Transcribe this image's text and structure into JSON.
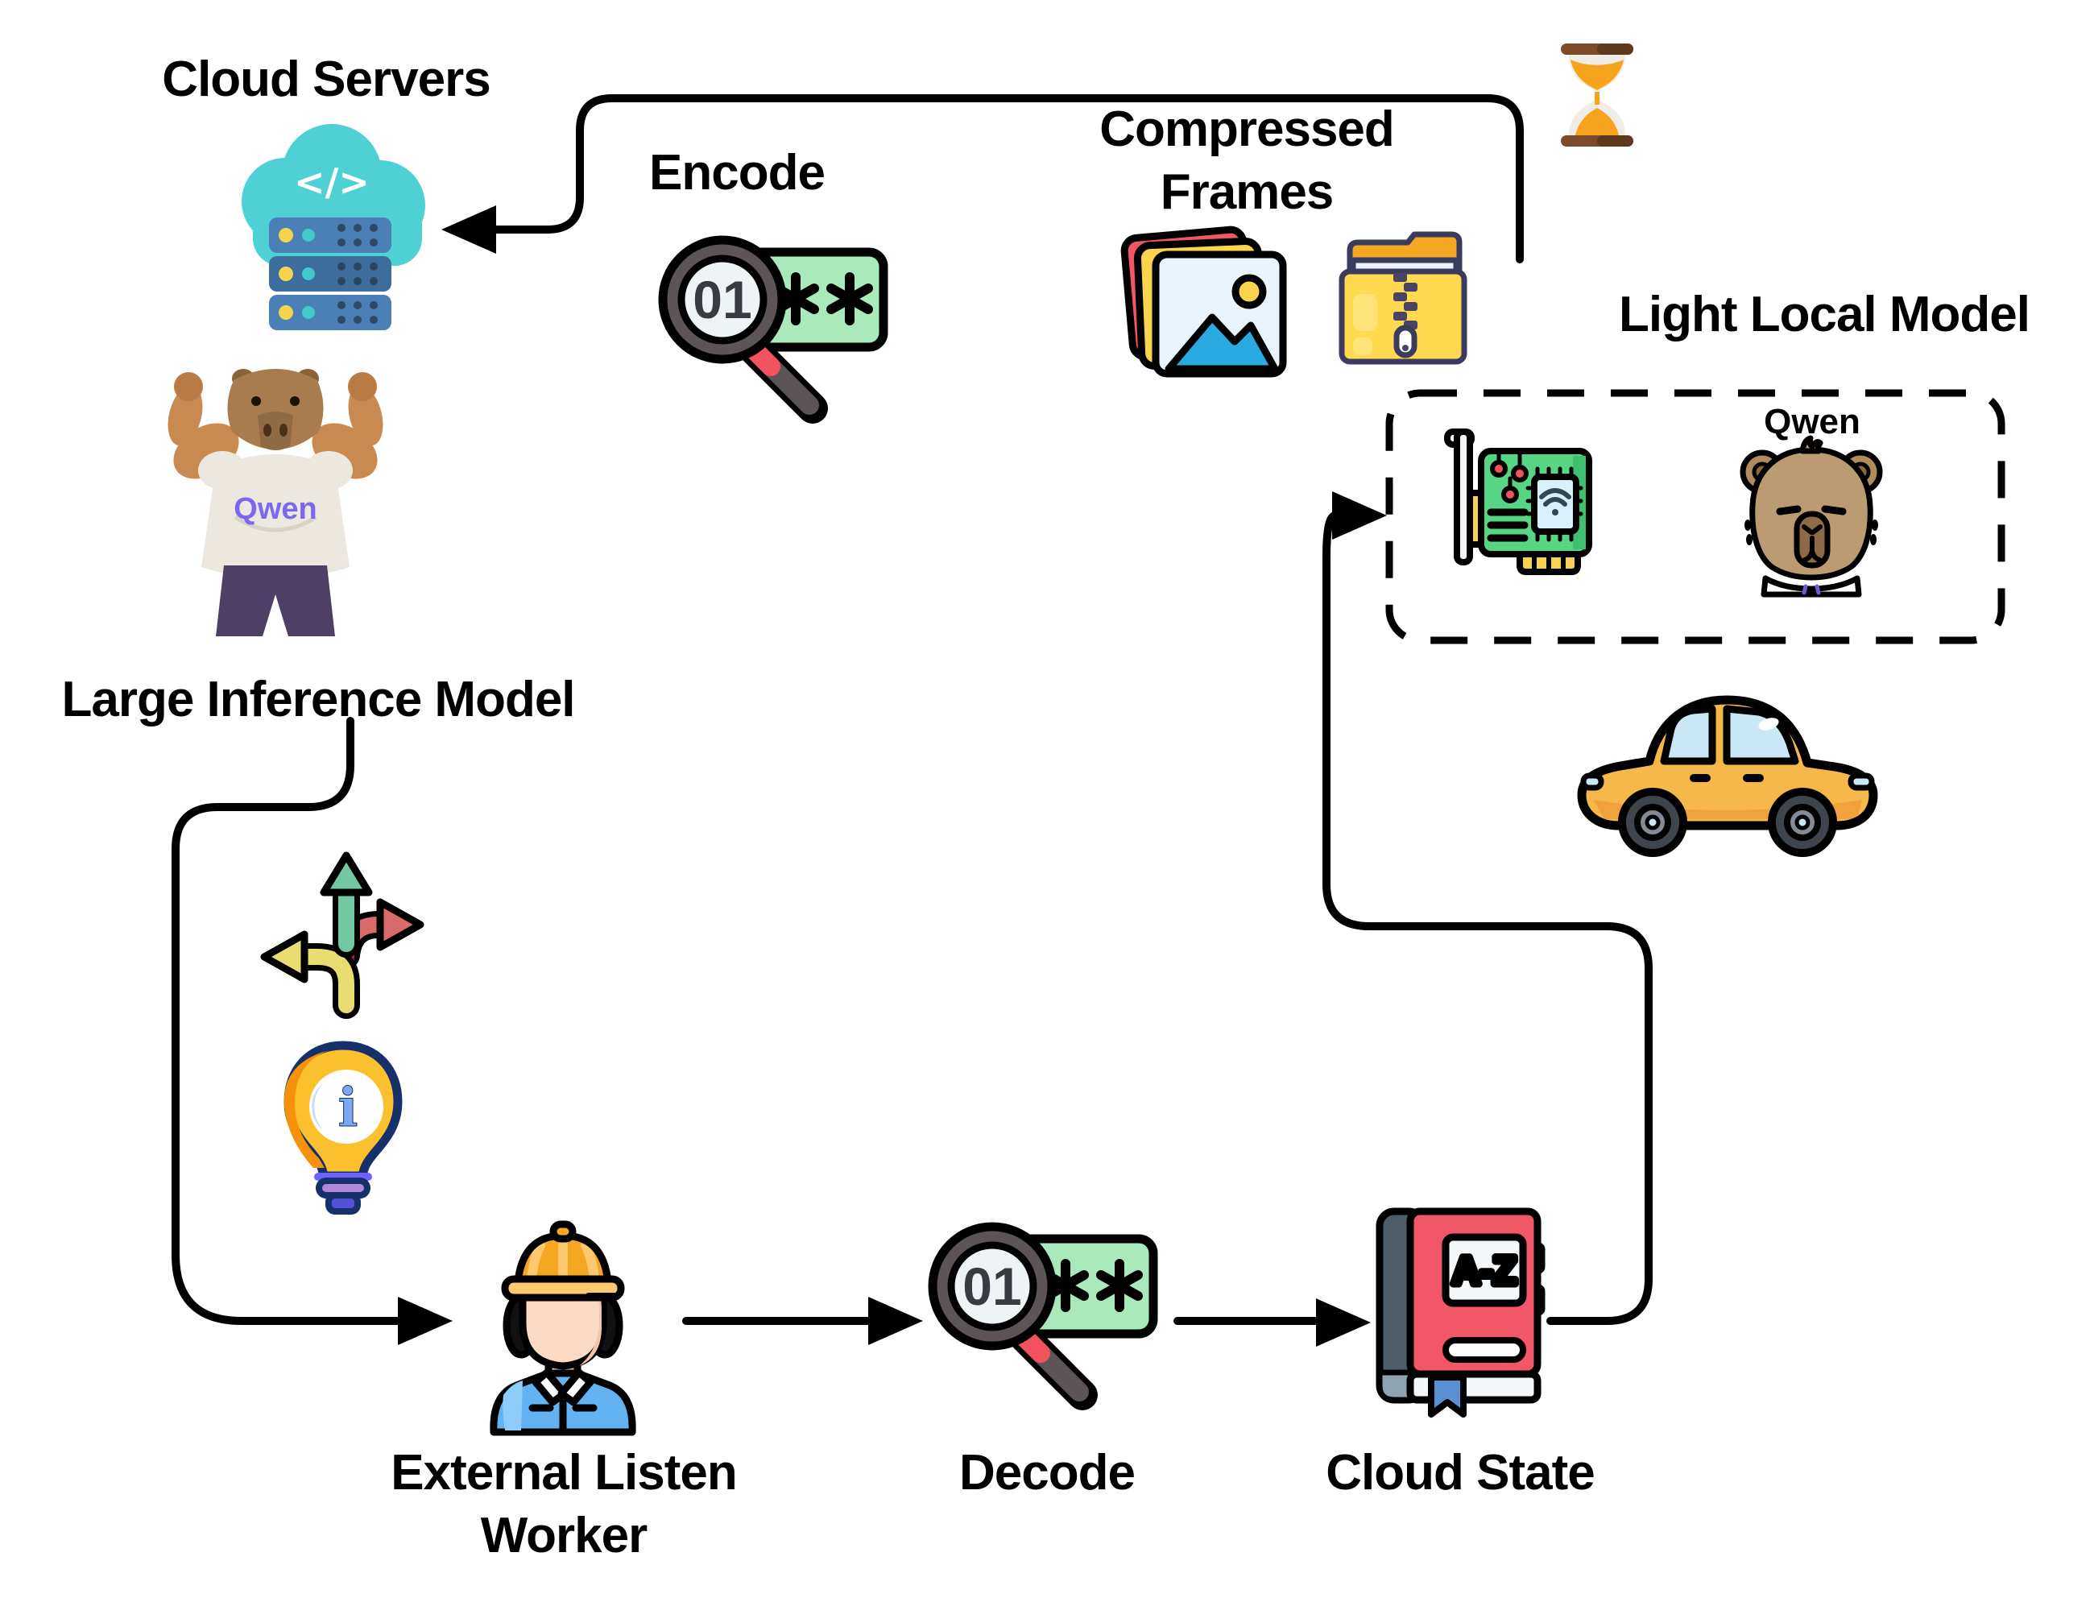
{
  "diagram": {
    "background": "#ffffff",
    "line_color": "#000000",
    "type": "flowchart"
  },
  "nodes": {
    "cloud_servers": {
      "label": "Cloud Servers"
    },
    "large_inference_model": {
      "label": "Large Inference Model",
      "shirt_text": "Qwen"
    },
    "encode": {
      "label": "Encode",
      "lens_text": "01"
    },
    "compressed_frames": {
      "label_line1": "Compressed",
      "label_line2": "Frames"
    },
    "light_local_model": {
      "label": "Light Local Model",
      "model_name": "Qwen"
    },
    "external_listen_worker": {
      "label_line1": "External Listen",
      "label_line2": "Worker"
    },
    "decode": {
      "label": "Decode",
      "lens_text": "01"
    },
    "cloud_state": {
      "label": "Cloud State",
      "book_label": "A-Z"
    }
  },
  "icons": {
    "cloud-server-icon": {
      "colors": [
        "#4fd0d4",
        "#4a80b5",
        "#3c6d9c",
        "#f4d44d"
      ]
    },
    "muscle-capybara-image": {
      "colors": [
        "#c98a52",
        "#ece7df",
        "#7b68ee",
        "#4e3f66"
      ]
    },
    "encode-magnifier-icon": {
      "colors": [
        "#a9e9bb",
        "#5d5458",
        "#f4525e"
      ]
    },
    "photo-frames-icon": {
      "colors": [
        "#f25767",
        "#f9d44c",
        "#29abe2",
        "#e9f4fc"
      ]
    },
    "zip-folder-icon": {
      "colors": [
        "#ffd94f",
        "#f5a623",
        "#4a4464"
      ]
    },
    "hourglass-icon": {
      "colors": [
        "#7d4a2b",
        "#f6a41c",
        "#f2ece7"
      ]
    },
    "gpu-card-icon": {
      "colors": [
        "#57d584",
        "#d9f0fb",
        "#f7d154",
        "#f4525e"
      ]
    },
    "capybara-face-icon": {
      "colors": [
        "#bd9b72",
        "#8d6b47"
      ]
    },
    "car-icon": {
      "colors": [
        "#f7b84b",
        "#c9e7f4",
        "#3f454d"
      ]
    },
    "worker-icon": {
      "colors": [
        "#f6a722",
        "#fcd9c3",
        "#63b3f2"
      ]
    },
    "dictionary-book-icon": {
      "colors": [
        "#f25767",
        "#4e5d68",
        "#5a8fd4"
      ]
    },
    "branch-arrows-icon": {
      "colors": [
        "#72c8a2",
        "#d96b6b",
        "#e8dd70"
      ]
    },
    "idea-bulb-icon": {
      "colors": [
        "#fbc02d",
        "#f5920a",
        "#7fa8ef",
        "#b388dc"
      ]
    }
  },
  "arrows": {
    "frames_to_cloud": "compressed frames sent to cloud servers",
    "model_to_worker": "large inference model output to external listen worker",
    "worker_to_decode": "worker to decode",
    "decode_to_state": "decode to cloud state",
    "state_to_local": "cloud state to light local model"
  }
}
